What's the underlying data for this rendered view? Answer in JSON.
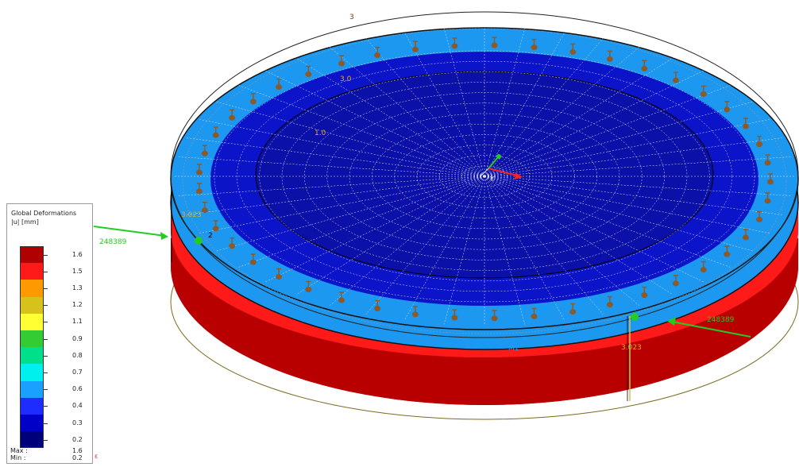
{
  "legend": {
    "title": "Global Deformations",
    "unit": "|u| [mm]",
    "values": [
      "1.6",
      "1.5",
      "1.3",
      "1.2",
      "1.1",
      "0.9",
      "0.8",
      "0.7",
      "0.6",
      "0.4",
      "0.3",
      "0.2"
    ],
    "colors": [
      "#b00000",
      "#ff1a1a",
      "#ff9900",
      "#d6c21a",
      "#ffff33",
      "#33cc33",
      "#00e08a",
      "#00f0f0",
      "#1aa0ff",
      "#1f2cff",
      "#0000c8",
      "#00007a"
    ],
    "max_label": "Max :",
    "max_value": "1.6",
    "min_label": "Min :",
    "min_value": "0.2",
    "marker": "ε"
  },
  "model": {
    "colors": {
      "inner_plate": "#0b14c8",
      "rim": "#1c98f0",
      "side_band": "#ff1a1a",
      "base": "#b80000",
      "load_arrow": "#22cc22",
      "support": "#8a5a2b"
    },
    "labels": {
      "load_left": "248389",
      "load_right": "248389",
      "dim_left": "3.023",
      "dim_right": "3.023",
      "node_top": "3",
      "node_left": "2",
      "ring_label": "3.0",
      "inner_label": "1.0",
      "bottom_label": "M1",
      "axis_label": "Y"
    }
  }
}
